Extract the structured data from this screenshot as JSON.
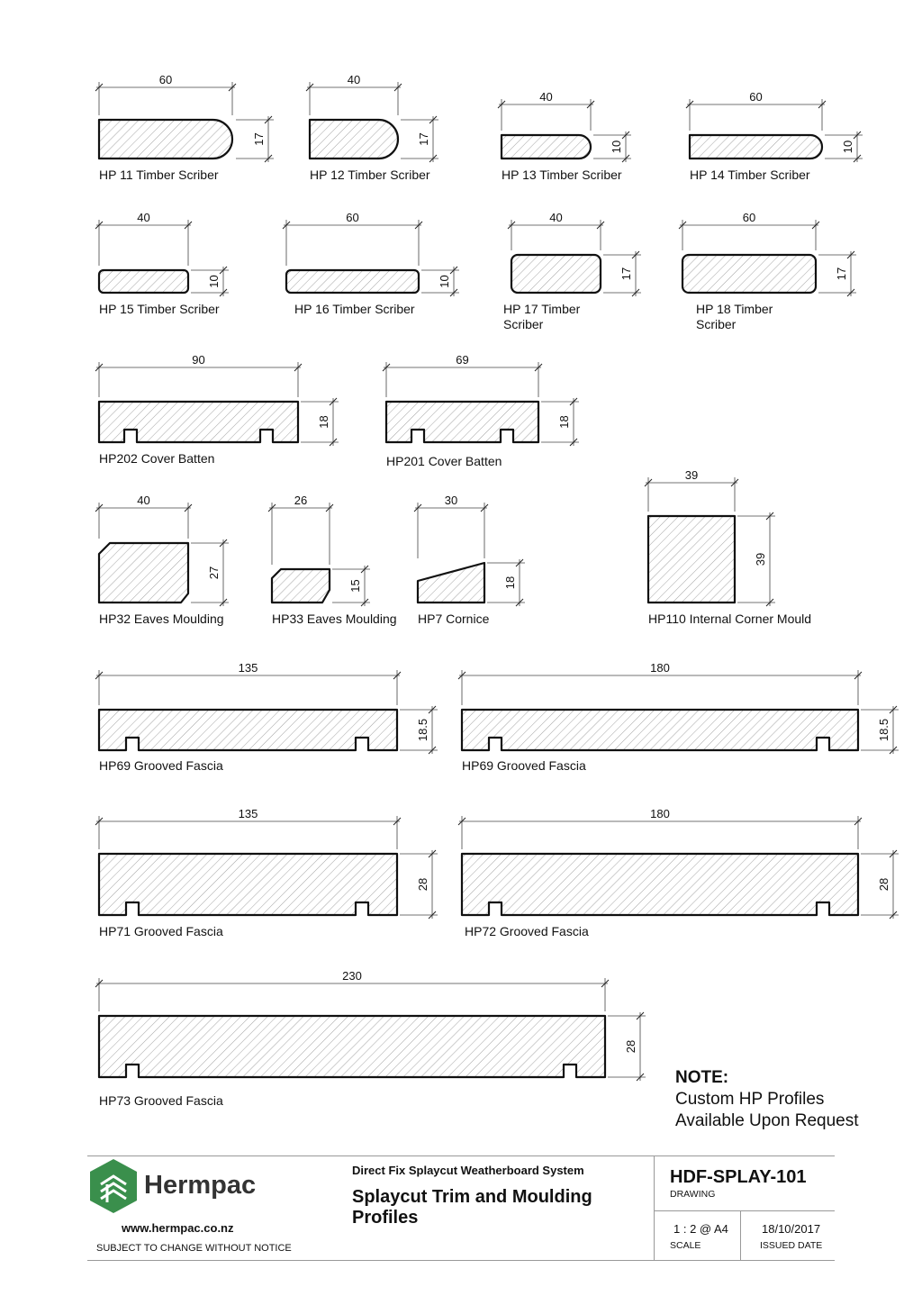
{
  "profiles": [
    {
      "label": "HP 11 Timber Scriber",
      "width": "60",
      "height": "17"
    },
    {
      "label": "HP 12 Timber Scriber",
      "width": "40",
      "height": "17"
    },
    {
      "label": "HP 13 Timber Scriber",
      "width": "40",
      "height": "10"
    },
    {
      "label": "HP 14 Timber Scriber",
      "width": "60",
      "height": "10"
    },
    {
      "label": "HP 15 Timber Scriber",
      "width": "40",
      "height": "10"
    },
    {
      "label": "HP 16 Timber Scriber",
      "width": "60",
      "height": "10"
    },
    {
      "label": [
        "HP 17 Timber",
        "Scriber"
      ],
      "width": "40",
      "height": "17"
    },
    {
      "label": [
        "HP 18 Timber",
        "Scriber"
      ],
      "width": "60",
      "height": "17"
    },
    {
      "label": "HP202 Cover Batten",
      "width": "90",
      "height": "18"
    },
    {
      "label": "HP201 Cover Batten",
      "width": "69",
      "height": "18"
    },
    {
      "label": "HP32 Eaves Moulding",
      "width": "40",
      "height": "27"
    },
    {
      "label": "HP33 Eaves Moulding",
      "width": "26",
      "height": "15"
    },
    {
      "label": "HP7 Cornice",
      "width": "30",
      "height": "18"
    },
    {
      "label": "HP110 Internal Corner Mould",
      "width": "39",
      "height": "39"
    },
    {
      "label": "HP69 Grooved Fascia",
      "width": "135",
      "height": "18.5"
    },
    {
      "label": "HP69 Grooved Fascia",
      "width": "180",
      "height": "18.5"
    },
    {
      "label": "HP71 Grooved Fascia",
      "width": "135",
      "height": "28"
    },
    {
      "label": "HP72 Grooved Fascia",
      "width": "180",
      "height": "28"
    },
    {
      "label": "HP73 Grooved Fascia",
      "width": "230",
      "height": "28"
    }
  ],
  "note": {
    "heading": "NOTE:",
    "line1": "Custom HP Profiles",
    "line2": "Available Upon Request"
  },
  "title_block": {
    "brand": "Hermpac",
    "website": "www.hermpac.co.nz",
    "disclaimer": "SUBJECT TO CHANGE WITHOUT NOTICE",
    "system": "Direct Fix Splaycut Weatherboard System",
    "title_line1": "Splaycut Trim and Moulding",
    "title_line2": "Profiles",
    "drawing_no": "HDF-SPLAY-101",
    "drawing_label": "DRAWING",
    "scale": "1 : 2 @ A4",
    "scale_label": "SCALE",
    "date": "18/10/2017",
    "date_label": "ISSUED DATE"
  },
  "colors": {
    "brand_green": "#3a8f4c",
    "line": "#111111"
  }
}
